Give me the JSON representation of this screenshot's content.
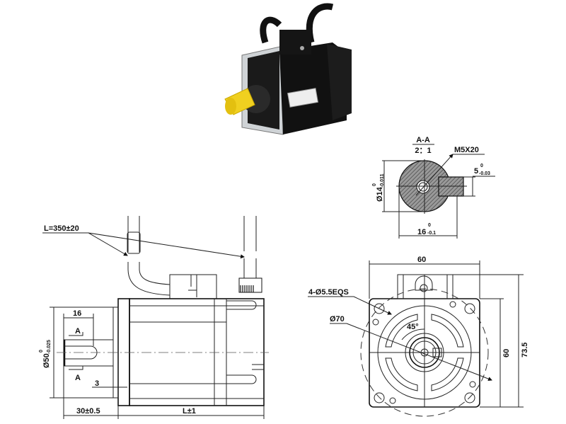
{
  "photo": {
    "label": "servo-motor-photo"
  },
  "section": {
    "title": "A-A",
    "scale": "2：1",
    "thread": "M5X20",
    "key_width": "5",
    "key_width_tol_upper": "0",
    "key_width_tol_lower": "-0.03",
    "shaft_dia": "Ø14",
    "shaft_dia_tol_upper": "0",
    "shaft_dia_tol_lower": "-0.011",
    "key_depth": "16",
    "key_depth_tol_upper": "0",
    "key_depth_tol_lower": "-0.1"
  },
  "side_view": {
    "cable_length": "L=350±20",
    "key_length": "16",
    "section_mark": "A",
    "pilot_dia": "Ø50",
    "pilot_tol_upper": "0",
    "pilot_tol_lower": "-0.025",
    "flange_step": "3",
    "shaft_length": "30±0.5",
    "body_length": "L±1"
  },
  "front_view": {
    "width": "60",
    "height": "60",
    "total_height": "73.5",
    "holes": "4-Ø5.5EQS",
    "pcd": "Ø70",
    "angle": "45°"
  }
}
